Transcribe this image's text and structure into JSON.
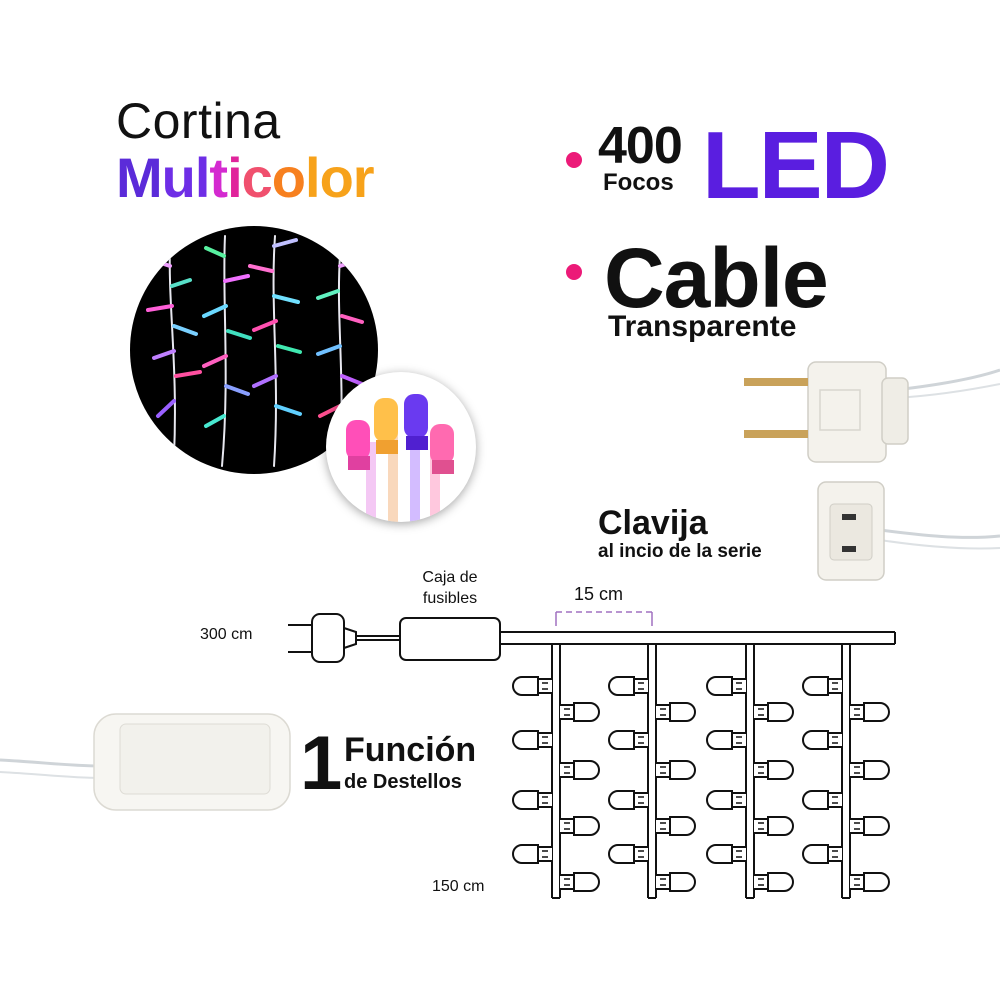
{
  "title": {
    "line1": "Cortina",
    "multi_parts": [
      {
        "text": "M",
        "color": "#5b2bd9"
      },
      {
        "text": "ul",
        "color": "#6e2ee6"
      },
      {
        "text": "t",
        "color": "#d42ad0"
      },
      {
        "text": "i",
        "color": "#e0249b"
      },
      {
        "text": "c",
        "color": "#f0506e"
      },
      {
        "text": "o",
        "color": "#f7801f"
      },
      {
        "text": "l",
        "color": "#f7a21a"
      },
      {
        "text": "o",
        "color": "#f7a21a"
      },
      {
        "text": "r",
        "color": "#f7a21a"
      }
    ]
  },
  "features": {
    "count": "400",
    "count_unit": "Focos",
    "led_label": "LED",
    "cable_label": "Cable",
    "cable_sub": "Transparente"
  },
  "plug": {
    "title": "Clavija",
    "subtitle": "al incio de la serie"
  },
  "diagram": {
    "fuse_box_label": "Caja de fusibles",
    "spacing_label": "15 cm",
    "lead_length_label": "300 cm",
    "drop_length_label": "150 cm"
  },
  "controller": {
    "number": "1",
    "title": "Función",
    "subtitle": "de Destellos"
  },
  "colors": {
    "bullet": "#ec1a78",
    "led_text": "#5a1ee0",
    "line": "#111111",
    "dimension": "#a070c0"
  }
}
